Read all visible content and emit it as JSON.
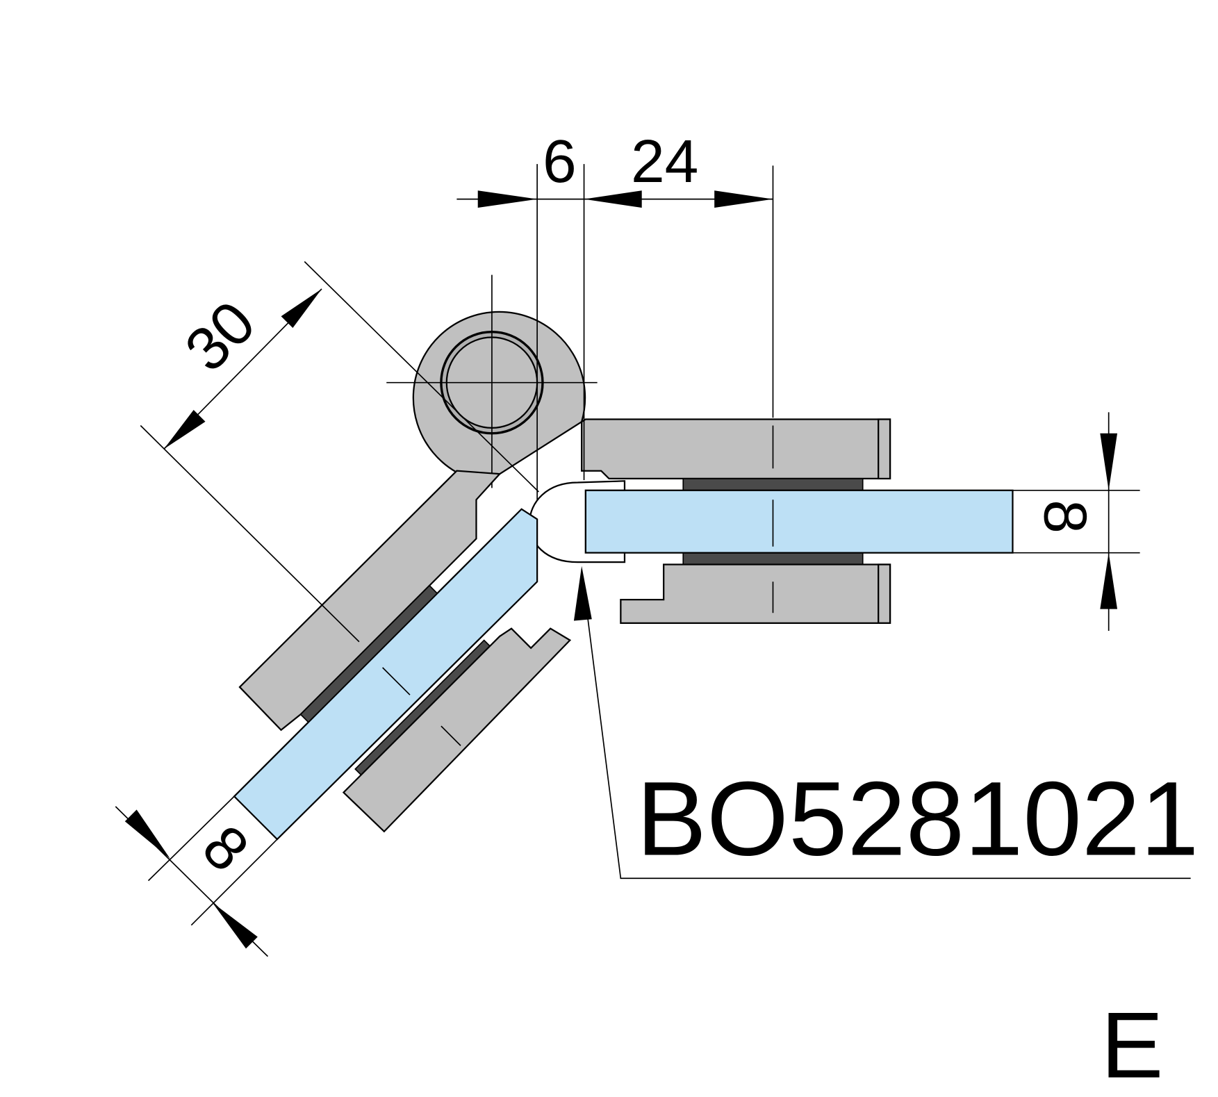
{
  "drawing": {
    "dimensions": {
      "offset": "6",
      "plate_length": "24",
      "diagonal_length": "30",
      "glass_thickness_right": "8",
      "glass_thickness_diagonal": "8"
    },
    "part_number": "BO5281021",
    "view_label": "E",
    "colors": {
      "metal": "#c0c0c0",
      "glass": "#bde0f5",
      "gasket": "#4a4a4a"
    }
  }
}
